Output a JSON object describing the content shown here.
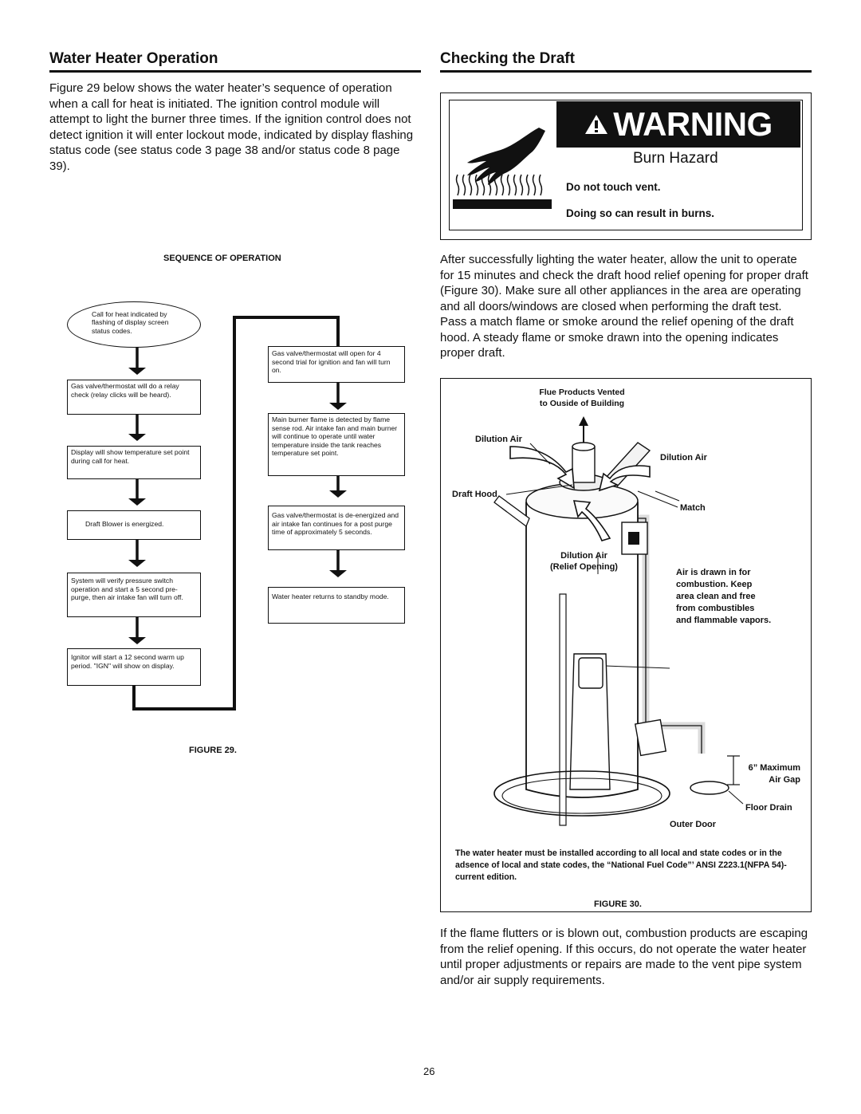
{
  "left": {
    "heading": "Water Heater Operation",
    "intro": "Figure 29 below shows the water heater’s sequence of operation when a call for heat is initiated. The ignition control module will attempt to light the burner three times. If the ignition control does not detect ignition it will enter lockout mode, indicated by display flashing status code (see status code 3 page 38 and/or status code 8 page 39).",
    "diagram_title": "SEQUENCE OF OPERATION",
    "steps_left": [
      "Call for heat indicated by flashing of display screen status codes.",
      "Gas valve/thermostat will do a relay check (relay clicks will be heard).",
      "Display will show temperature set point during call for heat.",
      "Draft Blower is energized.",
      "System will verify pressure switch operation and start a 5 second pre-purge, then air intake fan will turn off.",
      "Ignitor will start a 12 second warm up period. \"IGN\" will show on display."
    ],
    "steps_right": [
      "Gas valve/thermostat will open for 4 second trial for ignition and fan will turn on.",
      "Main burner flame is detected by flame sense rod. Air intake fan and main burner will continue to operate until water temperature inside the tank reaches temperature set point.",
      "Gas valve/thermostat is de-energized and air intake fan continues for a post purge time of approximately 5 seconds.",
      "Water heater returns to standby mode."
    ],
    "figure_caption": "FIGURE 29."
  },
  "right": {
    "heading": "Checking the Draft",
    "warning": {
      "signal_word": "WARNING",
      "hazard": "Burn Hazard",
      "line1": "Do not touch vent.",
      "line2": "Doing so can result in burns."
    },
    "para1": "After successfully lighting the water heater, allow the unit to operate for 15 minutes and check the draft hood relief opening for proper draft (Figure 30). Make sure all other appliances in the area are operating and all doors/windows are closed when performing the draft test. Pass a match flame or smoke around the relief opening of the draft hood. A steady flame or smoke drawn into the opening indicates proper draft.",
    "figure_labels": {
      "flue": "Flue Products Vented\nto Ouside of Building",
      "dilution_left": "Dilution Air",
      "dilution_right": "Dilution Air",
      "draft_hood": "Draft Hood",
      "match": "Match",
      "dilution_relief": "Dilution Air\n(Relief Opening)",
      "air_drawn": "Air is drawn in for\ncombustion. Keep\narea clean and free\nfrom combustibles\nand flammable vapors.",
      "air_gap": "6” Maximum\nAir Gap",
      "floor_drain": "Floor Drain",
      "outer_door": "Outer Door"
    },
    "figure_note": "The water heater must be installed according to all local and state codes or in the adsence of local and state codes, the “National Fuel Code”’ ANSI Z223.1(NFPA 54)- current edition.",
    "figure_caption": "FIGURE 30.",
    "para2": "If the flame flutters or is blown out, combustion products are escaping from the relief opening. If this occurs, do not operate the water heater until proper adjustments or repairs are made to the vent pipe system and/or air supply requirements."
  },
  "page_number": "26"
}
